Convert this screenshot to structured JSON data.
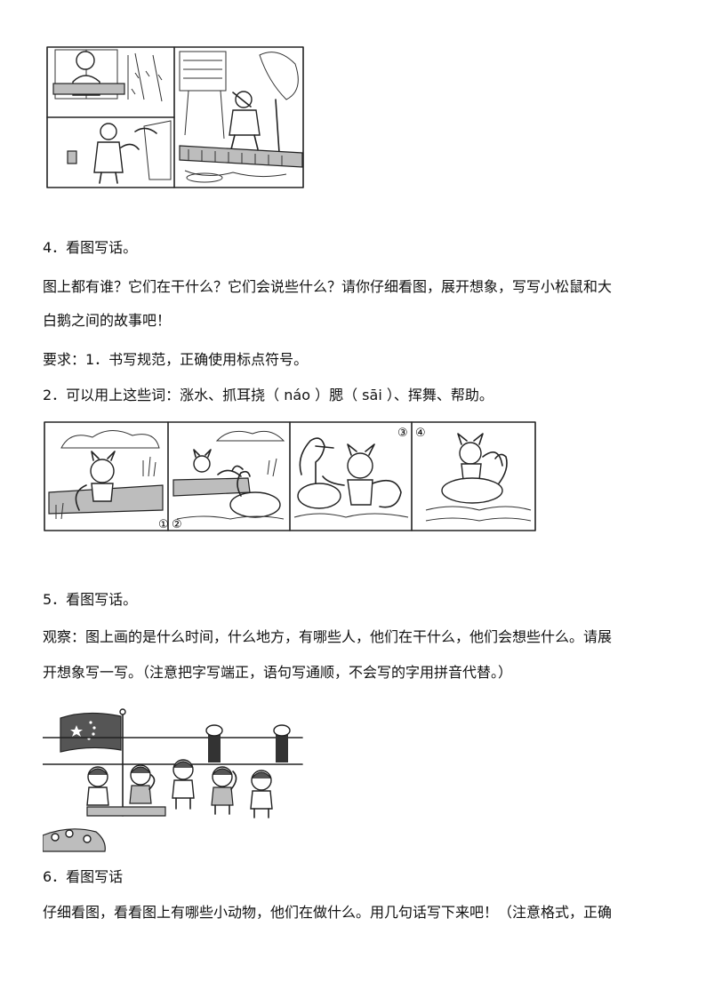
{
  "q4": {
    "heading": "4．看图写话。",
    "line1": "图上都有谁？它们在干什么？它们会说些什么？请你仔细看图，展开想象，写写小松鼠和大",
    "line2": "白鹅之间的故事吧！",
    "req1": "要求：1．书写规范，正确使用标点符号。",
    "req2": "2．可以用上这些词：涨水、抓耳挠（ náo ）腮（ sāi ）、挥舞、帮助。",
    "panel_numbers": [
      "①",
      "②",
      "③",
      "④"
    ]
  },
  "q5": {
    "heading": "5．看图写话。",
    "line1": "观察：图上画的是什么时间，什么地方，有哪些人，他们在干什么，他们会想些什么。请展",
    "line2": "开想象写一写。（注意把字写端正，语句写通顺，不会写的字用拼音代替。）"
  },
  "q6": {
    "heading": "6．看图写话",
    "line1": "仔细看图，看看图上有哪些小动物，他们在做什么。用几句话写下来吧！（注意格式，正确"
  }
}
